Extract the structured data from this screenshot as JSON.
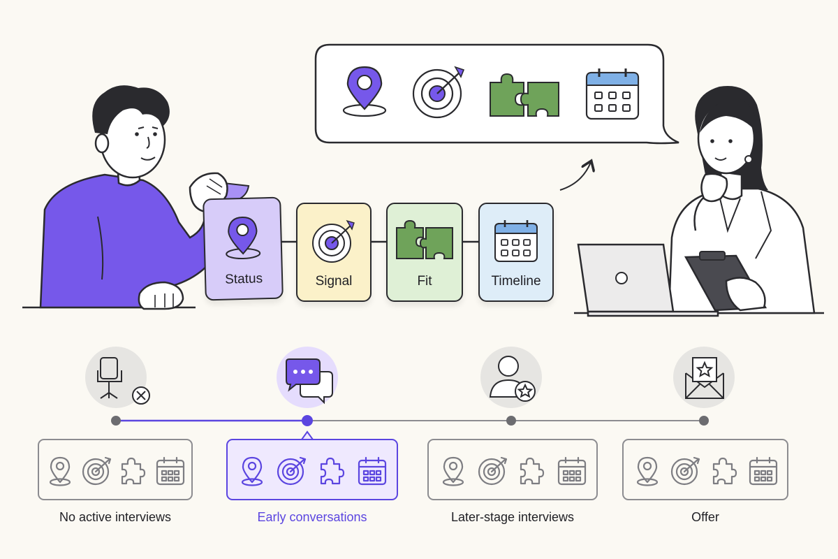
{
  "steps": [
    {
      "label": "Status",
      "icon": "location-pin-icon"
    },
    {
      "label": "Signal",
      "icon": "target-icon"
    },
    {
      "label": "Fit",
      "icon": "puzzle-icon"
    },
    {
      "label": "Timeline",
      "icon": "calendar-icon"
    }
  ],
  "speech_bubble": {
    "icons": [
      "location-pin-icon",
      "target-icon",
      "puzzle-icon",
      "calendar-icon"
    ]
  },
  "stages": [
    {
      "label": "No active interviews",
      "icon": "office-chair-x-icon",
      "active": false
    },
    {
      "label": "Early conversations",
      "icon": "chat-bubbles-icon",
      "active": true
    },
    {
      "label": "Later-stage interviews",
      "icon": "person-star-icon",
      "active": false
    },
    {
      "label": "Offer",
      "icon": "envelope-star-icon",
      "active": false
    }
  ],
  "colors": {
    "accent": "#5b45e0",
    "status_card": "#d7ccf9",
    "signal_card": "#fbf1c9",
    "fit_card": "#dff0d6",
    "timeline_card": "#deedf8",
    "puzzle_green": "#6fa35a",
    "calendar_blue": "#7fb0e6",
    "background": "#fbf9f3"
  }
}
